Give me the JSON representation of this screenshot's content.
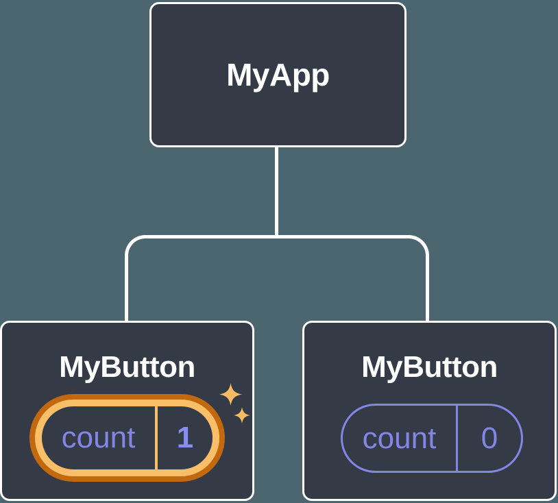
{
  "tree": {
    "root": {
      "label": "MyApp"
    },
    "children": [
      {
        "label": "MyButton",
        "state": {
          "name": "count",
          "value": "1"
        },
        "highlighted": true,
        "icon": "sparkle-icon"
      },
      {
        "label": "MyButton",
        "state": {
          "name": "count",
          "value": "0"
        },
        "highlighted": false
      }
    ]
  },
  "colors": {
    "background": "#4C6670",
    "node_fill": "#343A46",
    "node_border": "#FFFFFF",
    "connector": "#FFFFFF",
    "title_text": "#FFFFFF",
    "state_purple": "#8287E6",
    "highlight_orange_dark": "#C2680F",
    "highlight_orange_light": "#F8BF68"
  }
}
